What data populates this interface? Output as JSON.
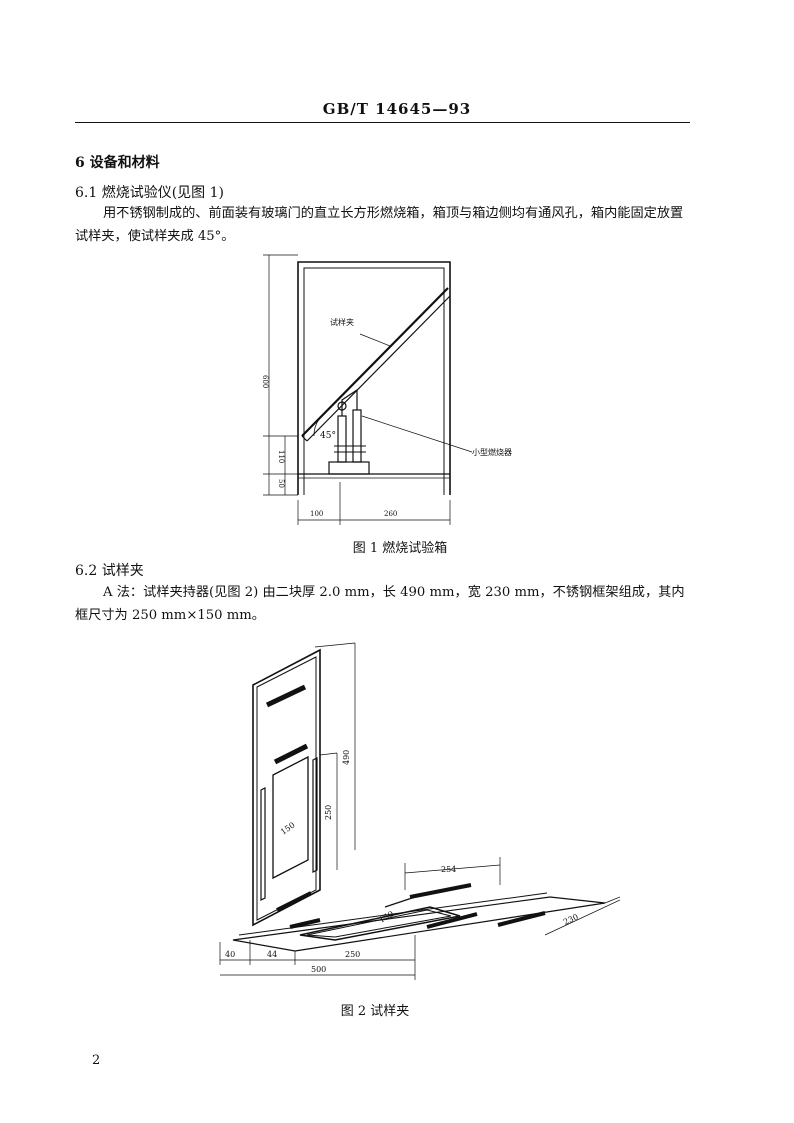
{
  "header": {
    "standard_no": "GB/T 14645—93"
  },
  "section6": {
    "heading": "6  设备和材料",
    "s61_heading": "6.1  燃烧试验仪(见图 1)",
    "s61_text": "用不锈钢制成的、前面装有玻璃门的直立长方形燃烧箱，箱顶与箱边侧均有通风孔，箱内能固定放置试样夹，使试样夹成 45°。",
    "s62_heading": "6.2  试样夹",
    "s62_text": "A 法：试样夹持器(见图 2)   由二块厚 2.0 mm，长 490 mm，宽 230 mm，不锈钢框架组成，其内框尺寸为 250 mm×150 mm。"
  },
  "figure1": {
    "caption": "图 1   燃烧试验箱",
    "label_clamp": "试样夹",
    "label_burner": "小型燃烧器",
    "angle": "45°",
    "dim_height": "600",
    "dim_burner_h": "110",
    "dim_base_h": "50",
    "dim_left": "100",
    "dim_right": "260"
  },
  "figure2": {
    "caption": "图 2   试样夹",
    "dim_490": "490",
    "dim_250v": "250",
    "dim_150v": "150",
    "dim_254": "254",
    "dim_150h": "150",
    "dim_230": "230",
    "dim_40": "40",
    "dim_44": "44",
    "dim_250h": "250",
    "dim_500": "500"
  },
  "page_number": "2"
}
